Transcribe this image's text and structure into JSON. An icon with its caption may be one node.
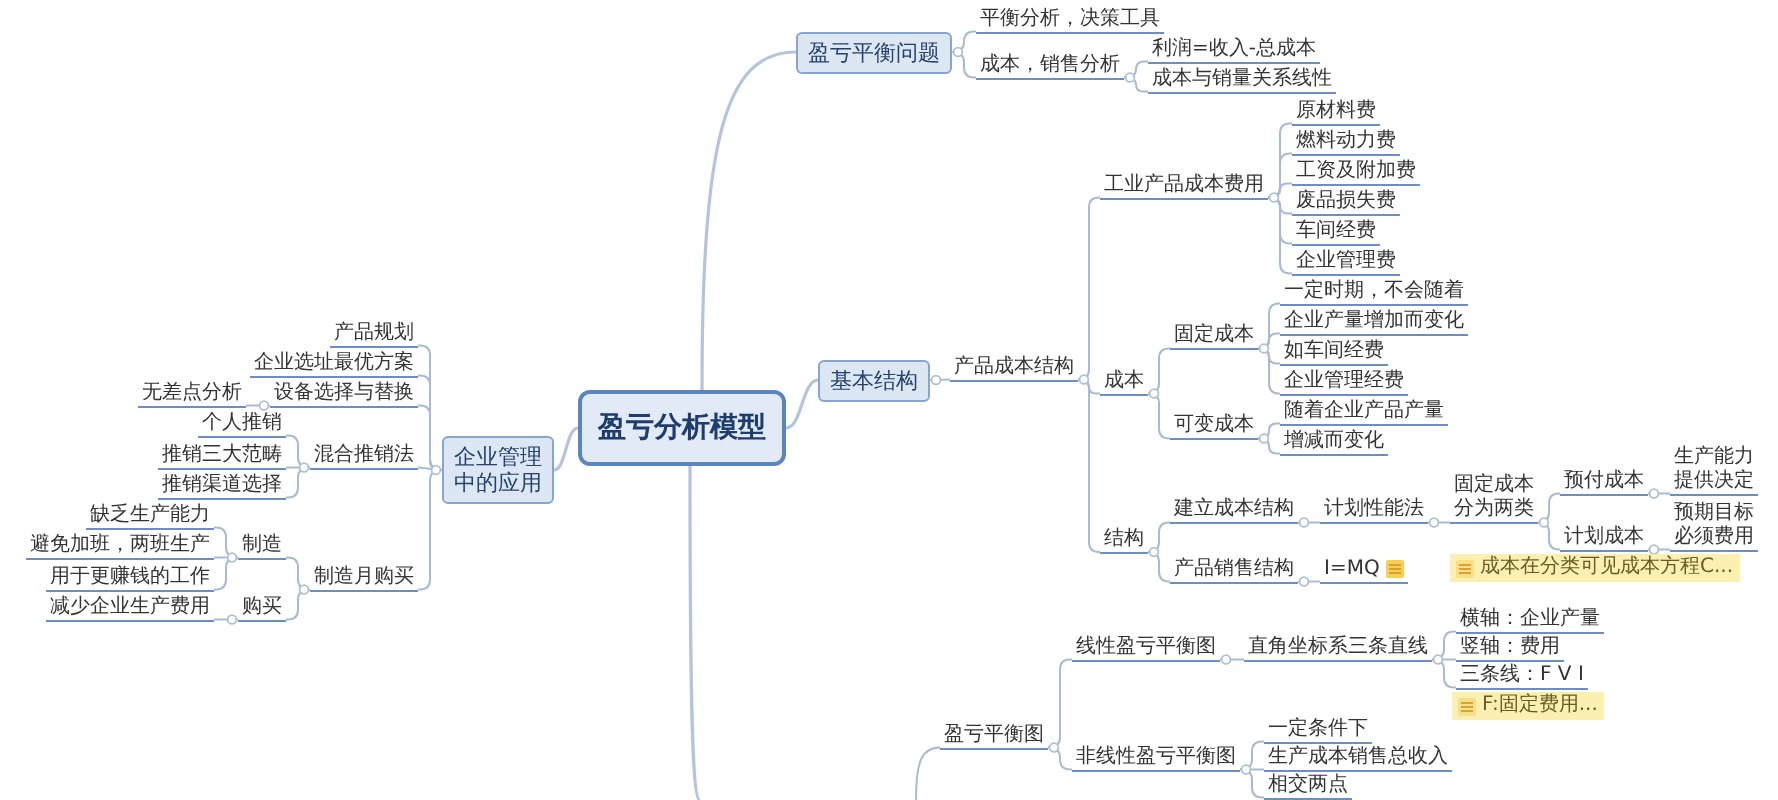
{
  "diagram": {
    "nodes": [
      {
        "text": [
          "盈亏分析模型"
        ]
      },
      {
        "text": [
          "盈亏平衡问题"
        ]
      },
      {
        "text": [
          "平衡分析，决策工具"
        ]
      },
      {
        "text": [
          "成本，销售分析"
        ]
      },
      {
        "text": [
          "利润=收入-总成本"
        ]
      },
      {
        "text": [
          "成本与销量关系线性"
        ]
      },
      {
        "text": [
          "基本结构"
        ]
      },
      {
        "text": [
          "产品成本结构"
        ]
      },
      {
        "text": [
          "工业产品成本费用"
        ]
      },
      {
        "text": [
          "原材料费"
        ]
      },
      {
        "text": [
          "燃料动力费"
        ]
      },
      {
        "text": [
          "工资及附加费"
        ]
      },
      {
        "text": [
          "废品损失费"
        ]
      },
      {
        "text": [
          "车间经费"
        ]
      },
      {
        "text": [
          "企业管理费"
        ]
      },
      {
        "text": [
          "成本"
        ]
      },
      {
        "text": [
          "固定成本"
        ]
      },
      {
        "text": [
          "一定时期，不会随着"
        ]
      },
      {
        "text": [
          "企业产量增加而变化"
        ]
      },
      {
        "text": [
          "如车间经费"
        ]
      },
      {
        "text": [
          "企业管理经费"
        ]
      },
      {
        "text": [
          "可变成本"
        ]
      },
      {
        "text": [
          "随着企业产品产量"
        ]
      },
      {
        "text": [
          "增减而变化"
        ]
      },
      {
        "text": [
          "结构"
        ]
      },
      {
        "text": [
          "建立成本结构"
        ]
      },
      {
        "text": [
          "计划性能法"
        ]
      },
      {
        "text": [
          "固定成本分为两类"
        ]
      },
      {
        "text": [
          "成本在分类可见成本方程C..."
        ]
      },
      {
        "text": [
          "预付成本"
        ]
      },
      {
        "text": [
          "生产能力提供决定"
        ]
      },
      {
        "text": [
          "计划成本"
        ]
      },
      {
        "text": [
          "预期目标必须费用"
        ]
      },
      {
        "text": [
          "产品销售结构"
        ]
      },
      {
        "text": [
          "I=MQ"
        ]
      },
      {
        "text": [
          "盈亏平衡图"
        ]
      },
      {
        "text": [
          "线性盈亏平衡图"
        ]
      },
      {
        "text": [
          "直角坐标系三条直线"
        ]
      },
      {
        "text": [
          "横轴：企业产量"
        ]
      },
      {
        "text": [
          "竖轴：费用"
        ]
      },
      {
        "text": [
          "三条线：F V I"
        ]
      },
      {
        "text": [
          "F:固定费用..."
        ]
      },
      {
        "text": [
          "非线性盈亏平衡图"
        ]
      },
      {
        "text": [
          "一定条件下"
        ]
      },
      {
        "text": [
          "生产成本销售总收入"
        ]
      },
      {
        "text": [
          "相交两点"
        ]
      },
      {
        "text": [
          "企业管理中的应用"
        ]
      },
      {
        "text": [
          "产品规划"
        ]
      },
      {
        "text": [
          "企业选址最优方案"
        ]
      },
      {
        "text": [
          "设备选择与替换"
        ]
      },
      {
        "text": [
          "无差点分析"
        ]
      },
      {
        "text": [
          "混合推销法"
        ]
      },
      {
        "text": [
          "个人推销"
        ]
      },
      {
        "text": [
          "推销三大范畴"
        ]
      },
      {
        "text": [
          "推销渠道选择"
        ]
      },
      {
        "text": [
          "制造月购买"
        ]
      },
      {
        "text": [
          "制造"
        ]
      },
      {
        "text": [
          "缺乏生产能力"
        ]
      },
      {
        "text": [
          "避免加班，两班生产"
        ]
      },
      {
        "text": [
          "用于更赚钱的工作"
        ]
      },
      {
        "text": [
          "购买"
        ]
      },
      {
        "text": [
          "减少企业生产费用"
        ]
      }
    ],
    "edges": [
      {
        "from": 0,
        "to": 1,
        "arrow": "none"
      },
      {
        "from": 1,
        "to": 2,
        "arrow": "none"
      },
      {
        "from": 1,
        "to": 3,
        "arrow": "none"
      },
      {
        "from": 3,
        "to": 4,
        "arrow": "none"
      },
      {
        "from": 3,
        "to": 5,
        "arrow": "none"
      },
      {
        "from": 0,
        "to": 6,
        "arrow": "none"
      },
      {
        "from": 6,
        "to": 7,
        "arrow": "none"
      },
      {
        "from": 7,
        "to": 8,
        "arrow": "none"
      },
      {
        "from": 8,
        "to": 9,
        "arrow": "none"
      },
      {
        "from": 8,
        "to": 10,
        "arrow": "none"
      },
      {
        "from": 8,
        "to": 11,
        "arrow": "none"
      },
      {
        "from": 8,
        "to": 12,
        "arrow": "none"
      },
      {
        "from": 8,
        "to": 13,
        "arrow": "none"
      },
      {
        "from": 8,
        "to": 14,
        "arrow": "none"
      },
      {
        "from": 7,
        "to": 15,
        "arrow": "none"
      },
      {
        "from": 15,
        "to": 16,
        "arrow": "none"
      },
      {
        "from": 16,
        "to": 17,
        "arrow": "none"
      },
      {
        "from": 16,
        "to": 18,
        "arrow": "none"
      },
      {
        "from": 16,
        "to": 19,
        "arrow": "none"
      },
      {
        "from": 16,
        "to": 20,
        "arrow": "none"
      },
      {
        "from": 15,
        "to": 21,
        "arrow": "none"
      },
      {
        "from": 21,
        "to": 22,
        "arrow": "none"
      },
      {
        "from": 21,
        "to": 23,
        "arrow": "none"
      },
      {
        "from": 7,
        "to": 24,
        "arrow": "none"
      },
      {
        "from": 24,
        "to": 25,
        "arrow": "none"
      },
      {
        "from": 25,
        "to": 26,
        "arrow": "none"
      },
      {
        "from": 26,
        "to": 27,
        "arrow": "none"
      },
      {
        "from": 27,
        "to": 29,
        "arrow": "none"
      },
      {
        "from": 29,
        "to": 30,
        "arrow": "none"
      },
      {
        "from": 27,
        "to": 31,
        "arrow": "none"
      },
      {
        "from": 31,
        "to": 32,
        "arrow": "none"
      },
      {
        "from": 24,
        "to": 33,
        "arrow": "none"
      },
      {
        "from": 33,
        "to": 34,
        "arrow": "none"
      },
      {
        "from": 0,
        "to": null,
        "arrow": "none"
      },
      {
        "from": null,
        "to": 35,
        "arrow": "none"
      },
      {
        "from": 35,
        "to": 36,
        "arrow": "none"
      },
      {
        "from": 36,
        "to": 37,
        "arrow": "none"
      },
      {
        "from": 37,
        "to": 38,
        "arrow": "none"
      },
      {
        "from": 37,
        "to": 39,
        "arrow": "none"
      },
      {
        "from": 37,
        "to": 40,
        "arrow": "none"
      },
      {
        "from": 35,
        "to": 42,
        "arrow": "none"
      },
      {
        "from": 42,
        "to": 43,
        "arrow": "none"
      },
      {
        "from": 42,
        "to": 44,
        "arrow": "none"
      },
      {
        "from": 42,
        "to": 45,
        "arrow": "none"
      },
      {
        "from": 0,
        "to": 46,
        "arrow": "none"
      },
      {
        "from": 46,
        "to": 47,
        "arrow": "none"
      },
      {
        "from": 46,
        "to": 48,
        "arrow": "none"
      },
      {
        "from": 46,
        "to": 49,
        "arrow": "none"
      },
      {
        "from": 49,
        "to": 50,
        "arrow": "none"
      },
      {
        "from": 46,
        "to": 51,
        "arrow": "none"
      },
      {
        "from": 51,
        "to": 52,
        "arrow": "none"
      },
      {
        "from": 51,
        "to": 53,
        "arrow": "none"
      },
      {
        "from": 51,
        "to": 54,
        "arrow": "none"
      },
      {
        "from": 46,
        "to": 55,
        "arrow": "none"
      },
      {
        "from": 55,
        "to": 56,
        "arrow": "none"
      },
      {
        "from": 56,
        "to": 57,
        "arrow": "none"
      },
      {
        "from": 56,
        "to": 58,
        "arrow": "none"
      },
      {
        "from": 56,
        "to": 59,
        "arrow": "none"
      },
      {
        "from": 55,
        "to": 60,
        "arrow": "none"
      },
      {
        "from": 60,
        "to": 61,
        "arrow": "none"
      }
    ]
  }
}
